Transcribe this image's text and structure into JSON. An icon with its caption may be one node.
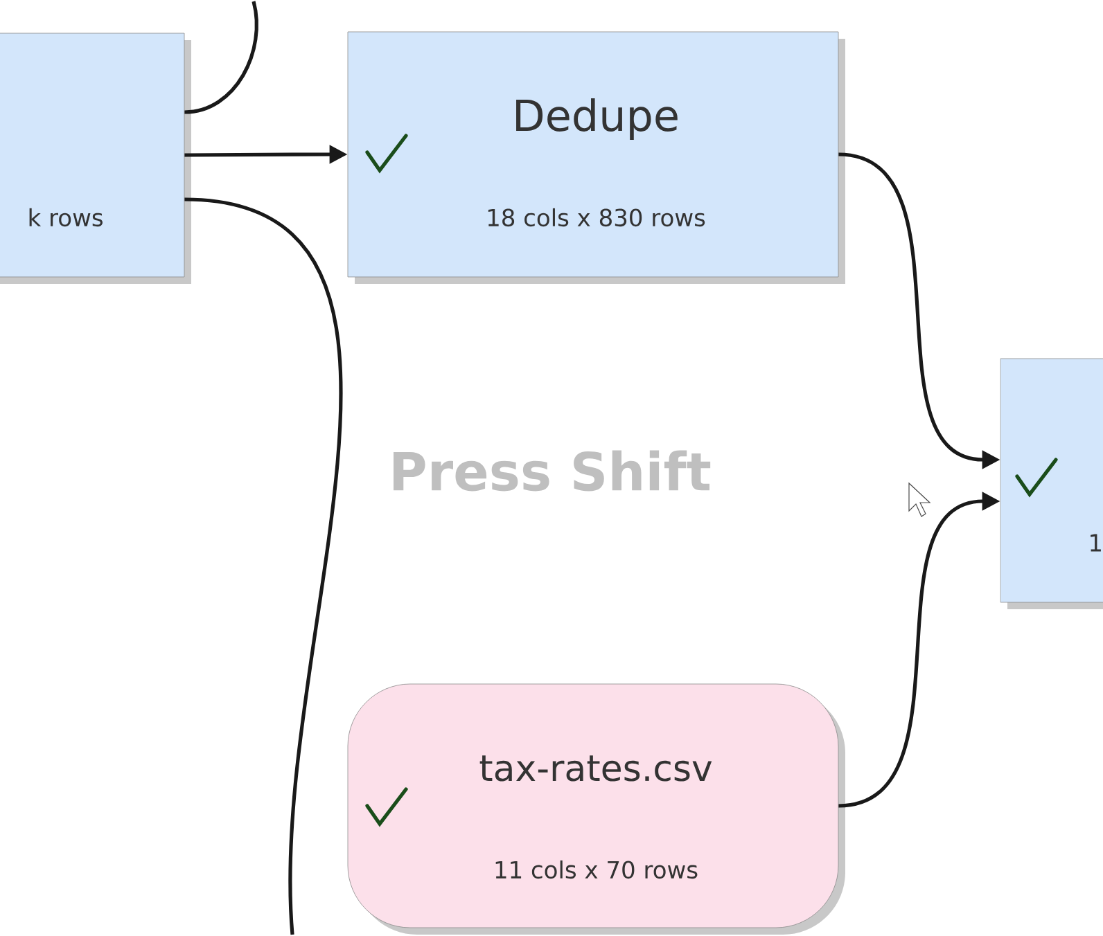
{
  "diagram": {
    "nodes": [
      {
        "text": [
          "k rows"
        ]
      },
      {
        "text": [
          "Dedupe",
          "18 cols x 830 rows"
        ]
      },
      {
        "text": [
          "1"
        ]
      },
      {
        "text": [
          "tax-rates.csv",
          "11 cols x 70 rows"
        ]
      }
    ],
    "edges": [
      {
        "from": 0,
        "to": 1,
        "arrow": "to"
      },
      {
        "from": 1,
        "to": 2,
        "arrow": "to"
      },
      {
        "from": 3,
        "to": 2,
        "arrow": "to"
      },
      {
        "from": 0,
        "to": null,
        "arrow": "none"
      },
      {
        "from": 0,
        "to": null,
        "arrow": "none"
      }
    ],
    "labels": [
      "Press Shift"
    ]
  }
}
